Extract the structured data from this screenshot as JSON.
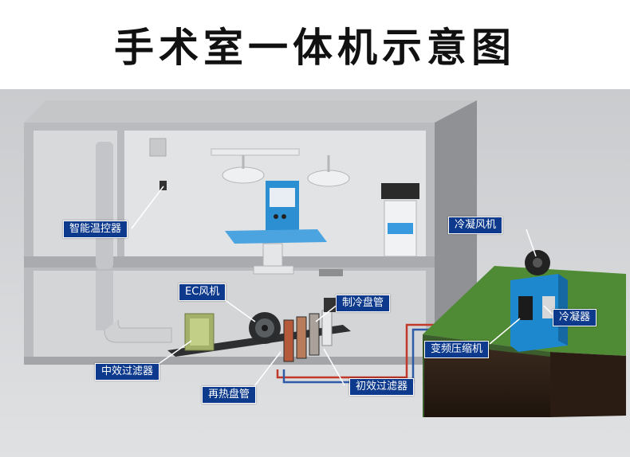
{
  "title": "手术室一体机示意图",
  "labels": {
    "smart_thermostat": "智能温控器",
    "ec_fan": "EC风机",
    "cooling_coil": "制冷盘管",
    "medium_filter": "中效过滤器",
    "reheat_coil": "再热盘管",
    "primary_filter": "初效过滤器",
    "condenser_fan": "冷凝风机",
    "condenser": "冷凝器",
    "inverter_compressor": "变频压缩机"
  }
}
